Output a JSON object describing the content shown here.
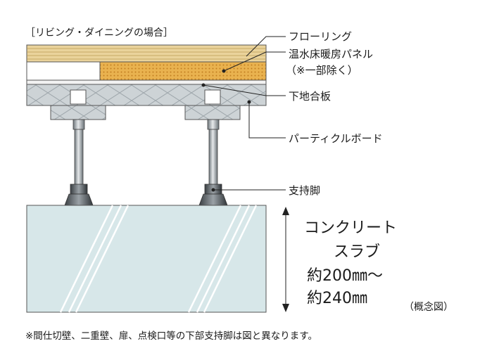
{
  "caption": "［リビング・ダイニングの場合］",
  "labels": {
    "flooring": "フローリング",
    "heating_panel": "温水床暖房パネル",
    "heating_panel_note": "（※一部除く）",
    "subfloor": "下地合板",
    "particleboard": "パーティクルボード",
    "support_leg": "支持脚"
  },
  "slab": {
    "line1": "コンクリート",
    "line2": "スラブ",
    "thickness_1": "約200㎜～",
    "thickness_2": "約240㎜"
  },
  "concept": "（概念図）",
  "footnote": "※間仕切壁、二重壁、扉、点検口等の下部支持脚は図と異なります。",
  "colors": {
    "flooring_stripe": "#e8d29a",
    "heating_panel": "#e9b24f",
    "board": "#cfd5d8",
    "slab_fill": "#d8e8ea",
    "leg_metal": "#9aa1a6"
  }
}
